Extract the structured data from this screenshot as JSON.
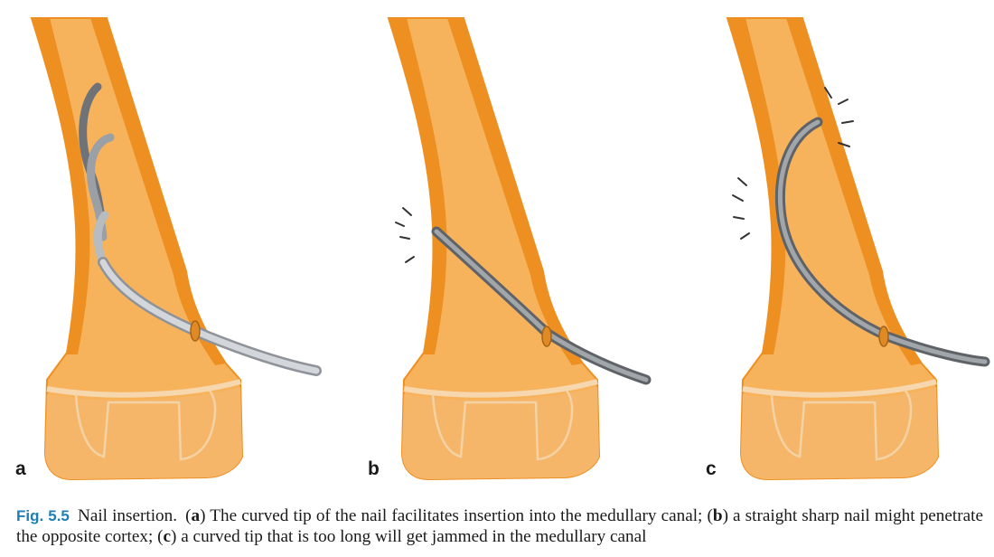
{
  "panels": [
    {
      "id": "a",
      "label": "a",
      "nail": "curved-tip-progression",
      "nail_color": "#c9cdd2"
    },
    {
      "id": "b",
      "label": "b",
      "nail": "straight-sharp",
      "nail_color": "#6f7378"
    },
    {
      "id": "c",
      "label": "c",
      "nail": "long-curved-tip-jammed",
      "nail_color": "#6f7378"
    }
  ],
  "colors": {
    "bone_fill": "#f7b25c",
    "cortex": "#ee8f22",
    "condyle_fill": "#f6b66a",
    "condyle_outline": "#f3d2a4",
    "caption_accent": "#1f7fb4"
  },
  "caption": {
    "figure_number": "Fig. 5.5",
    "title": "Nail insertion.",
    "part_a_marker": "a",
    "part_a_text": "The curved tip of the nail facilitates insertion into the medullary canal;",
    "part_b_marker": "b",
    "part_b_text": "a straight sharp nail might penetrate the opposite cortex;",
    "part_c_marker": "c",
    "part_c_text": "a curved tip that is too long will get jammed in the medullary canal"
  }
}
